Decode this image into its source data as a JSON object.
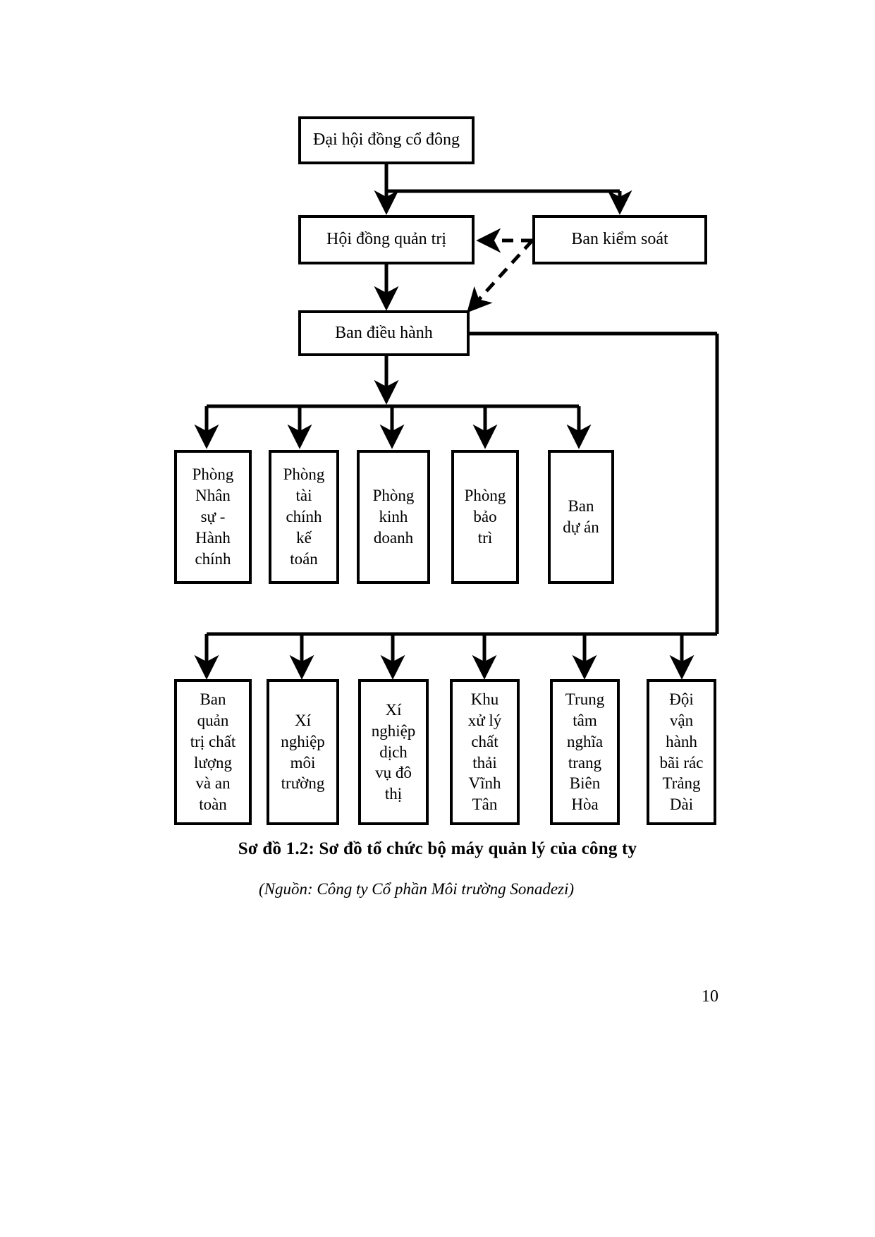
{
  "document": {
    "caption": "Sơ đồ 1.2: Sơ đồ tổ chức bộ máy quản lý của công ty",
    "source": "(Nguồn: Công ty Cổ phần Môi trường Sonadezi)",
    "page_number": "10"
  },
  "chart_data": {
    "type": "diagram",
    "subtype": "organizational-chart",
    "title": "Sơ đồ 1.2: Sơ đồ tổ chức bộ máy quản lý của công ty",
    "source": "(Nguồn: Công ty Cổ phần Môi trường Sonadezi)",
    "language": "vi",
    "colors": {
      "stroke": "#000000",
      "fill": "#ffffff",
      "text": "#000000"
    },
    "nodes": [
      {
        "id": "n1",
        "label": "Đại hội đồng cổ đông",
        "level": 0
      },
      {
        "id": "n2",
        "label": "Hội đồng quản trị",
        "level": 1
      },
      {
        "id": "n3",
        "label": "Ban kiểm soát",
        "level": 1
      },
      {
        "id": "n4",
        "label": "Ban điều hành",
        "level": 2
      },
      {
        "id": "d1",
        "label": "Phòng\nNhân\nsự -\nHành\nchính",
        "level": 3
      },
      {
        "id": "d2",
        "label": "Phòng\ntài\nchính\nkế\ntoán",
        "level": 3
      },
      {
        "id": "d3",
        "label": "Phòng\nkinh\ndoanh",
        "level": 3
      },
      {
        "id": "d4",
        "label": "Phòng\nbảo\ntrì",
        "level": 3
      },
      {
        "id": "d5",
        "label": "Ban\ndự án",
        "level": 3
      },
      {
        "id": "u1",
        "label": "Ban\nquản\ntrị chất\nlượng\nvà an\ntoàn",
        "level": 4
      },
      {
        "id": "u2",
        "label": "Xí\nnghiệp\nmôi\ntrường",
        "level": 4
      },
      {
        "id": "u3",
        "label": "Xí\nnghiệp\ndịch\nvụ đô\nthị",
        "level": 4
      },
      {
        "id": "u4",
        "label": "Khu\nxử lý\nchất\nthải\nVĩnh\nTân",
        "level": 4
      },
      {
        "id": "u5",
        "label": "Trung\ntâm\nnghĩa\ntrang\nBiên\nHòa",
        "level": 4
      },
      {
        "id": "u6",
        "label": "Đội\nvận\nhành\nbãi rác\nTrảng\nDài",
        "level": 4
      }
    ],
    "edges": [
      {
        "from": "n1",
        "to": "n2",
        "style": "solid"
      },
      {
        "from": "n1",
        "to": "n3",
        "style": "solid"
      },
      {
        "from": "n2",
        "to": "n4",
        "style": "solid"
      },
      {
        "from": "n3",
        "to": "n2",
        "style": "dashed"
      },
      {
        "from": "n3",
        "to": "n4",
        "style": "dashed"
      },
      {
        "from": "n4",
        "to": "d1",
        "style": "solid"
      },
      {
        "from": "n4",
        "to": "d2",
        "style": "solid"
      },
      {
        "from": "n4",
        "to": "d3",
        "style": "solid"
      },
      {
        "from": "n4",
        "to": "d4",
        "style": "solid"
      },
      {
        "from": "n4",
        "to": "d5",
        "style": "solid"
      },
      {
        "from": "n4",
        "to": "u1",
        "style": "solid"
      },
      {
        "from": "n4",
        "to": "u2",
        "style": "solid"
      },
      {
        "from": "n4",
        "to": "u3",
        "style": "solid"
      },
      {
        "from": "n4",
        "to": "u4",
        "style": "solid"
      },
      {
        "from": "n4",
        "to": "u5",
        "style": "solid"
      },
      {
        "from": "n4",
        "to": "u6",
        "style": "solid"
      }
    ]
  },
  "nodes": {
    "n1": "Đại hội đồng cổ đông",
    "n2": "Hội đồng quản trị",
    "n3": "Ban kiểm soát",
    "n4": "Ban điều hành",
    "d1": "Phòng\nNhân\nsự -\nHành\nchính",
    "d2": "Phòng\ntài\nchính\nkế\ntoán",
    "d3": "Phòng\nkinh\ndoanh",
    "d4": "Phòng\nbảo\ntrì",
    "d5": "Ban\ndự án",
    "u1": "Ban\nquản\ntrị chất\nlượng\nvà an\ntoàn",
    "u2": "Xí\nnghiệp\nmôi\ntrường",
    "u3": "Xí\nnghiệp\ndịch\nvụ đô\nthị",
    "u4": "Khu\nxử lý\nchất\nthải\nVĩnh\nTân",
    "u5": "Trung\ntâm\nnghĩa\ntrang\nBiên\nHòa",
    "u6": "Đội\nvận\nhành\nbãi rác\nTrảng\nDài"
  }
}
